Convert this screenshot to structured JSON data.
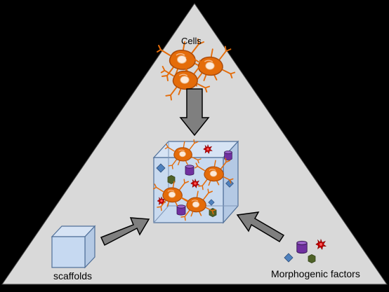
{
  "diagram": {
    "labels": {
      "cells": "Cells",
      "scaffolds": "scaffolds",
      "morphogenic_factors": "Morphogenic factors"
    },
    "colors": {
      "background": "#000000",
      "triangle_fill": "#d9d9d9",
      "cell_orange": "#e46c0a",
      "cell_dark": "#a94a0b",
      "cell_nucleus": "#fde9d9",
      "scaffold_fill": "#c6d9f1",
      "scaffold_edge": "#4f6f98",
      "arrow_fill": "#7f7f7f",
      "arrow_edge": "#000000",
      "factor_diamond": "#4f81bd",
      "factor_cylinder": "#7030a0",
      "factor_hexagon": "#4f6228",
      "factor_star": "#c00000"
    },
    "icons": [
      "cell-icon",
      "scaffold-cube-icon",
      "arrow-icon",
      "diamond-factor-icon",
      "cylinder-factor-icon",
      "hexagon-factor-icon",
      "star-factor-icon"
    ]
  }
}
